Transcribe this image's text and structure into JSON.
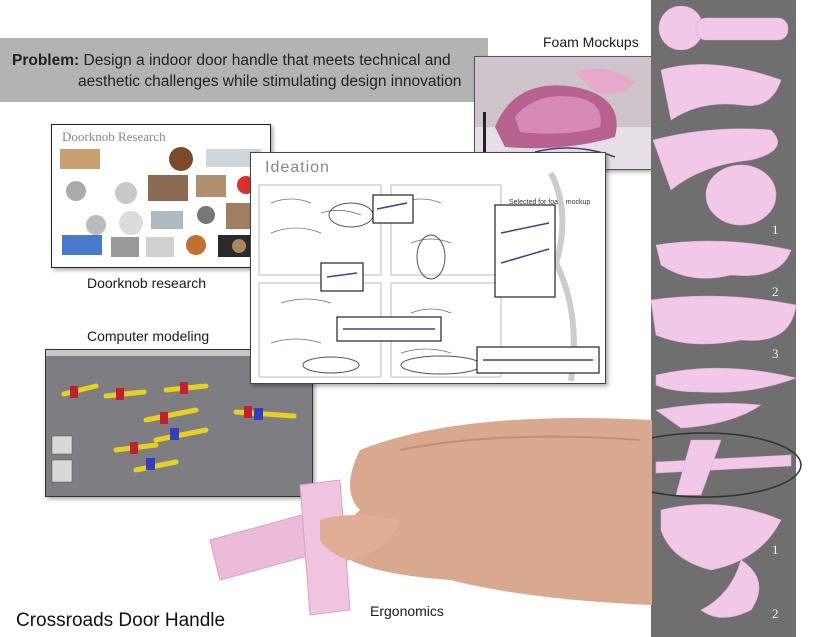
{
  "problem": {
    "label": "Problem:",
    "line1": "Design a indoor door handle that meets technical and",
    "line2": "aesthetic challenges while stimulating design innovation"
  },
  "labels": {
    "foam_mockups": "Foam Mockups",
    "doorknob_research": "Doorknob research",
    "computer_modeling": "Computer modeling",
    "ergonomics": "Ergonomics"
  },
  "research_board": {
    "heading": "Doorknob Research"
  },
  "ideation_board": {
    "heading": "Ideation",
    "note": "Selected for foam mockup"
  },
  "strip_numbers": [
    "1",
    "2",
    "3",
    "1",
    "2"
  ],
  "title": "Crossroads Door Handle",
  "colors": {
    "banner": "#b3b3b3",
    "strip": "#6f6f6f",
    "foam": "#e8b8dc",
    "skin": "#d9a98f"
  }
}
